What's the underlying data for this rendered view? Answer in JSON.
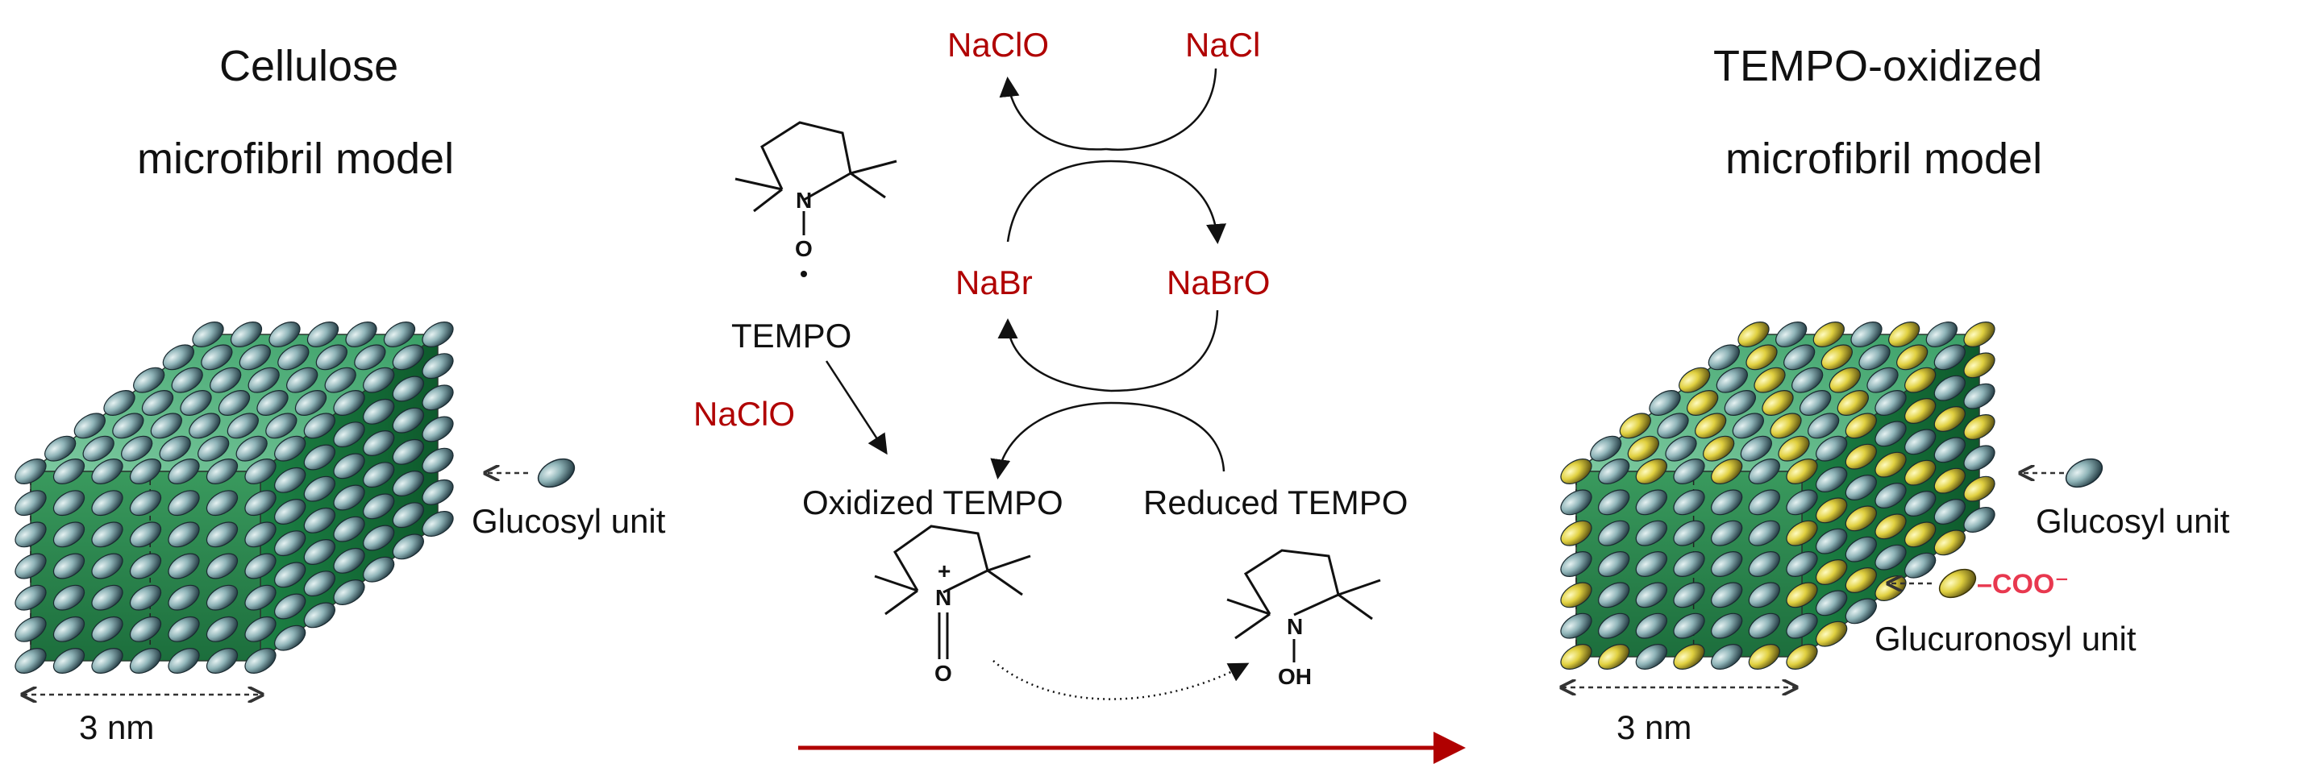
{
  "left_panel": {
    "title_line1": "Cellulose",
    "title_line2": "microfibril model",
    "unit_label": "Glucosyl unit",
    "scale_label": "3 nm"
  },
  "right_panel": {
    "title_line1": "TEMPO-oxidized",
    "title_line2": "microfibril model",
    "unit_label_1": "Glucosyl unit",
    "carboxylate": "–COO⁻",
    "unit_label_2": "Glucuronosyl unit",
    "scale_label": "3 nm"
  },
  "cycle": {
    "naclo_top": "NaClO",
    "nacl_top": "NaCl",
    "nabr": "NaBr",
    "nabro": "NaBrO",
    "tempo": "TEMPO",
    "naclo_side": "NaClO",
    "oxidized": "Oxidized TEMPO",
    "reduced": "Reduced TEMPO"
  },
  "atoms": {
    "n": "N",
    "o": "O",
    "n_plus": "N",
    "plus": "+",
    "oh": "OH"
  },
  "colors": {
    "reagent_red": "#b00000",
    "carboxyl_pink": "#e8384f",
    "fibril_green": "#1f8f4a",
    "glucosyl_teal": "#8fb4b8",
    "glucuronosyl_yellow": "#e0d040",
    "process_arrow": "#b00000"
  }
}
